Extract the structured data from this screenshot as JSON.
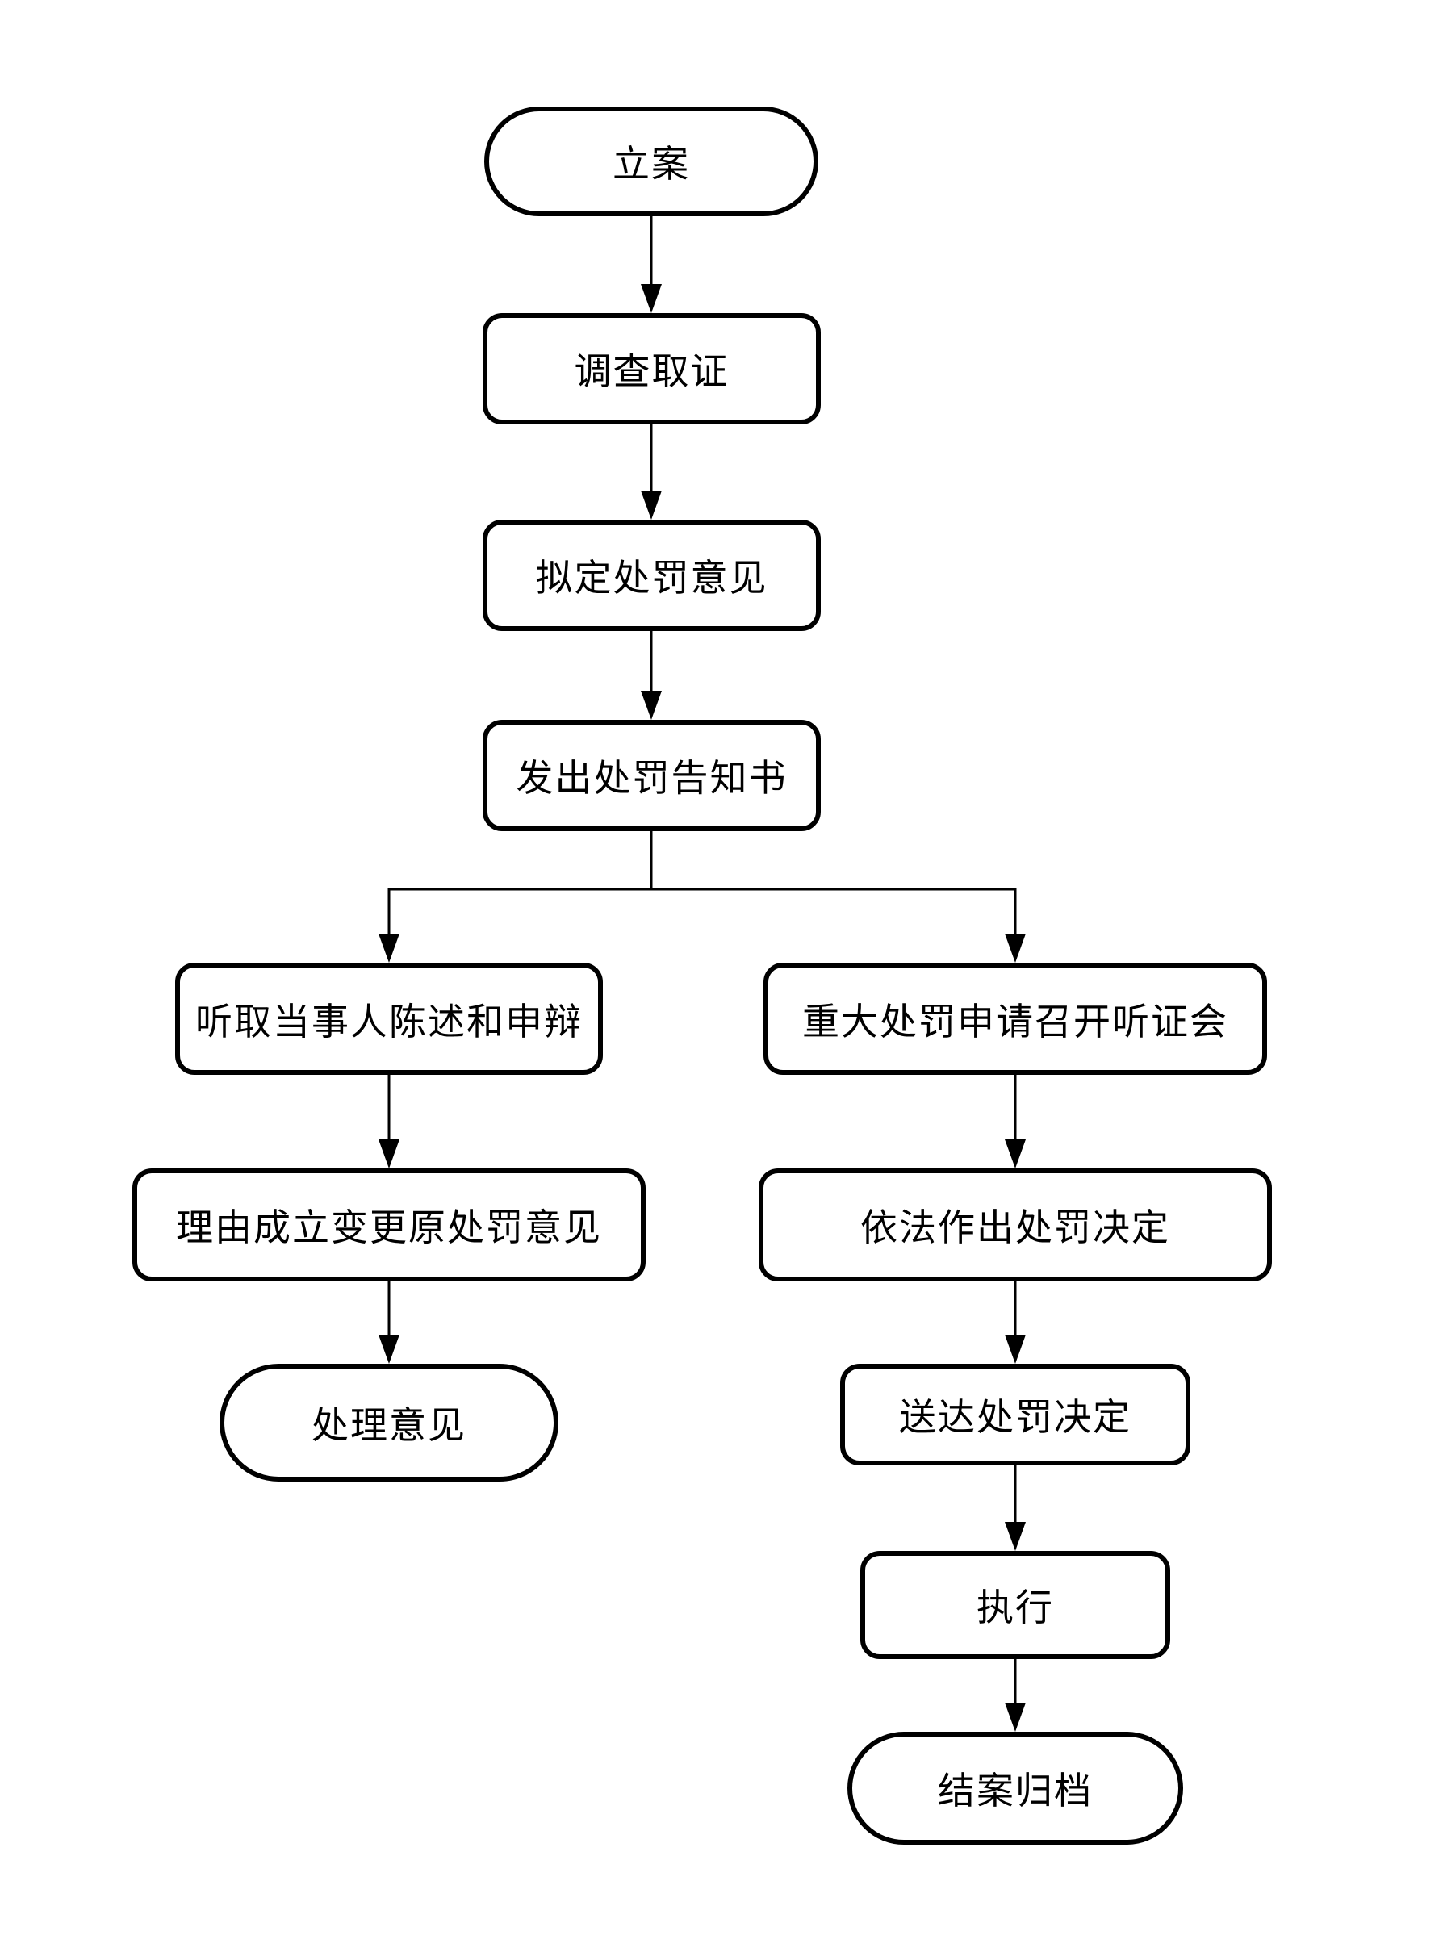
{
  "flowchart": {
    "colors": {
      "stroke": "#000000",
      "fill": "#ffffff",
      "background": "#ffffff"
    },
    "nodes": [
      {
        "id": "start",
        "label": "立案",
        "shape": "stadium"
      },
      {
        "id": "investigate",
        "label": "调查取证",
        "shape": "rect"
      },
      {
        "id": "draft-opinion",
        "label": "拟定处罚意见",
        "shape": "rect"
      },
      {
        "id": "issue-notice",
        "label": "发出处罚告知书",
        "shape": "rect"
      },
      {
        "id": "hear-statement",
        "label": "听取当事人陈述和申辩",
        "shape": "rect"
      },
      {
        "id": "major-hearing",
        "label": "重大处罚申请召开听证会",
        "shape": "rect"
      },
      {
        "id": "change-opinion",
        "label": "理由成立变更原处罚意见",
        "shape": "rect"
      },
      {
        "id": "make-decision",
        "label": "依法作出处罚决定",
        "shape": "rect"
      },
      {
        "id": "handling-opinion",
        "label": "处理意见",
        "shape": "stadium"
      },
      {
        "id": "deliver-decision",
        "label": "送达处罚决定",
        "shape": "rect"
      },
      {
        "id": "execute",
        "label": "执行",
        "shape": "rect"
      },
      {
        "id": "close-archive",
        "label": "结案归档",
        "shape": "stadium"
      }
    ],
    "edges": [
      {
        "from": "立案",
        "to": "调查取证"
      },
      {
        "from": "调查取证",
        "to": "拟定处罚意见"
      },
      {
        "from": "拟定处罚意见",
        "to": "发出处罚告知书"
      },
      {
        "from": "发出处罚告知书",
        "to": "听取当事人陈述和申辩"
      },
      {
        "from": "发出处罚告知书",
        "to": "重大处罚申请召开听证会"
      },
      {
        "from": "听取当事人陈述和申辩",
        "to": "理由成立变更原处罚意见"
      },
      {
        "from": "理由成立变更原处罚意见",
        "to": "处理意见"
      },
      {
        "from": "重大处罚申请召开听证会",
        "to": "依法作出处罚决定"
      },
      {
        "from": "依法作出处罚决定",
        "to": "送达处罚决定"
      },
      {
        "from": "送达处罚决定",
        "to": "执行"
      },
      {
        "from": "执行",
        "to": "结案归档"
      }
    ]
  }
}
